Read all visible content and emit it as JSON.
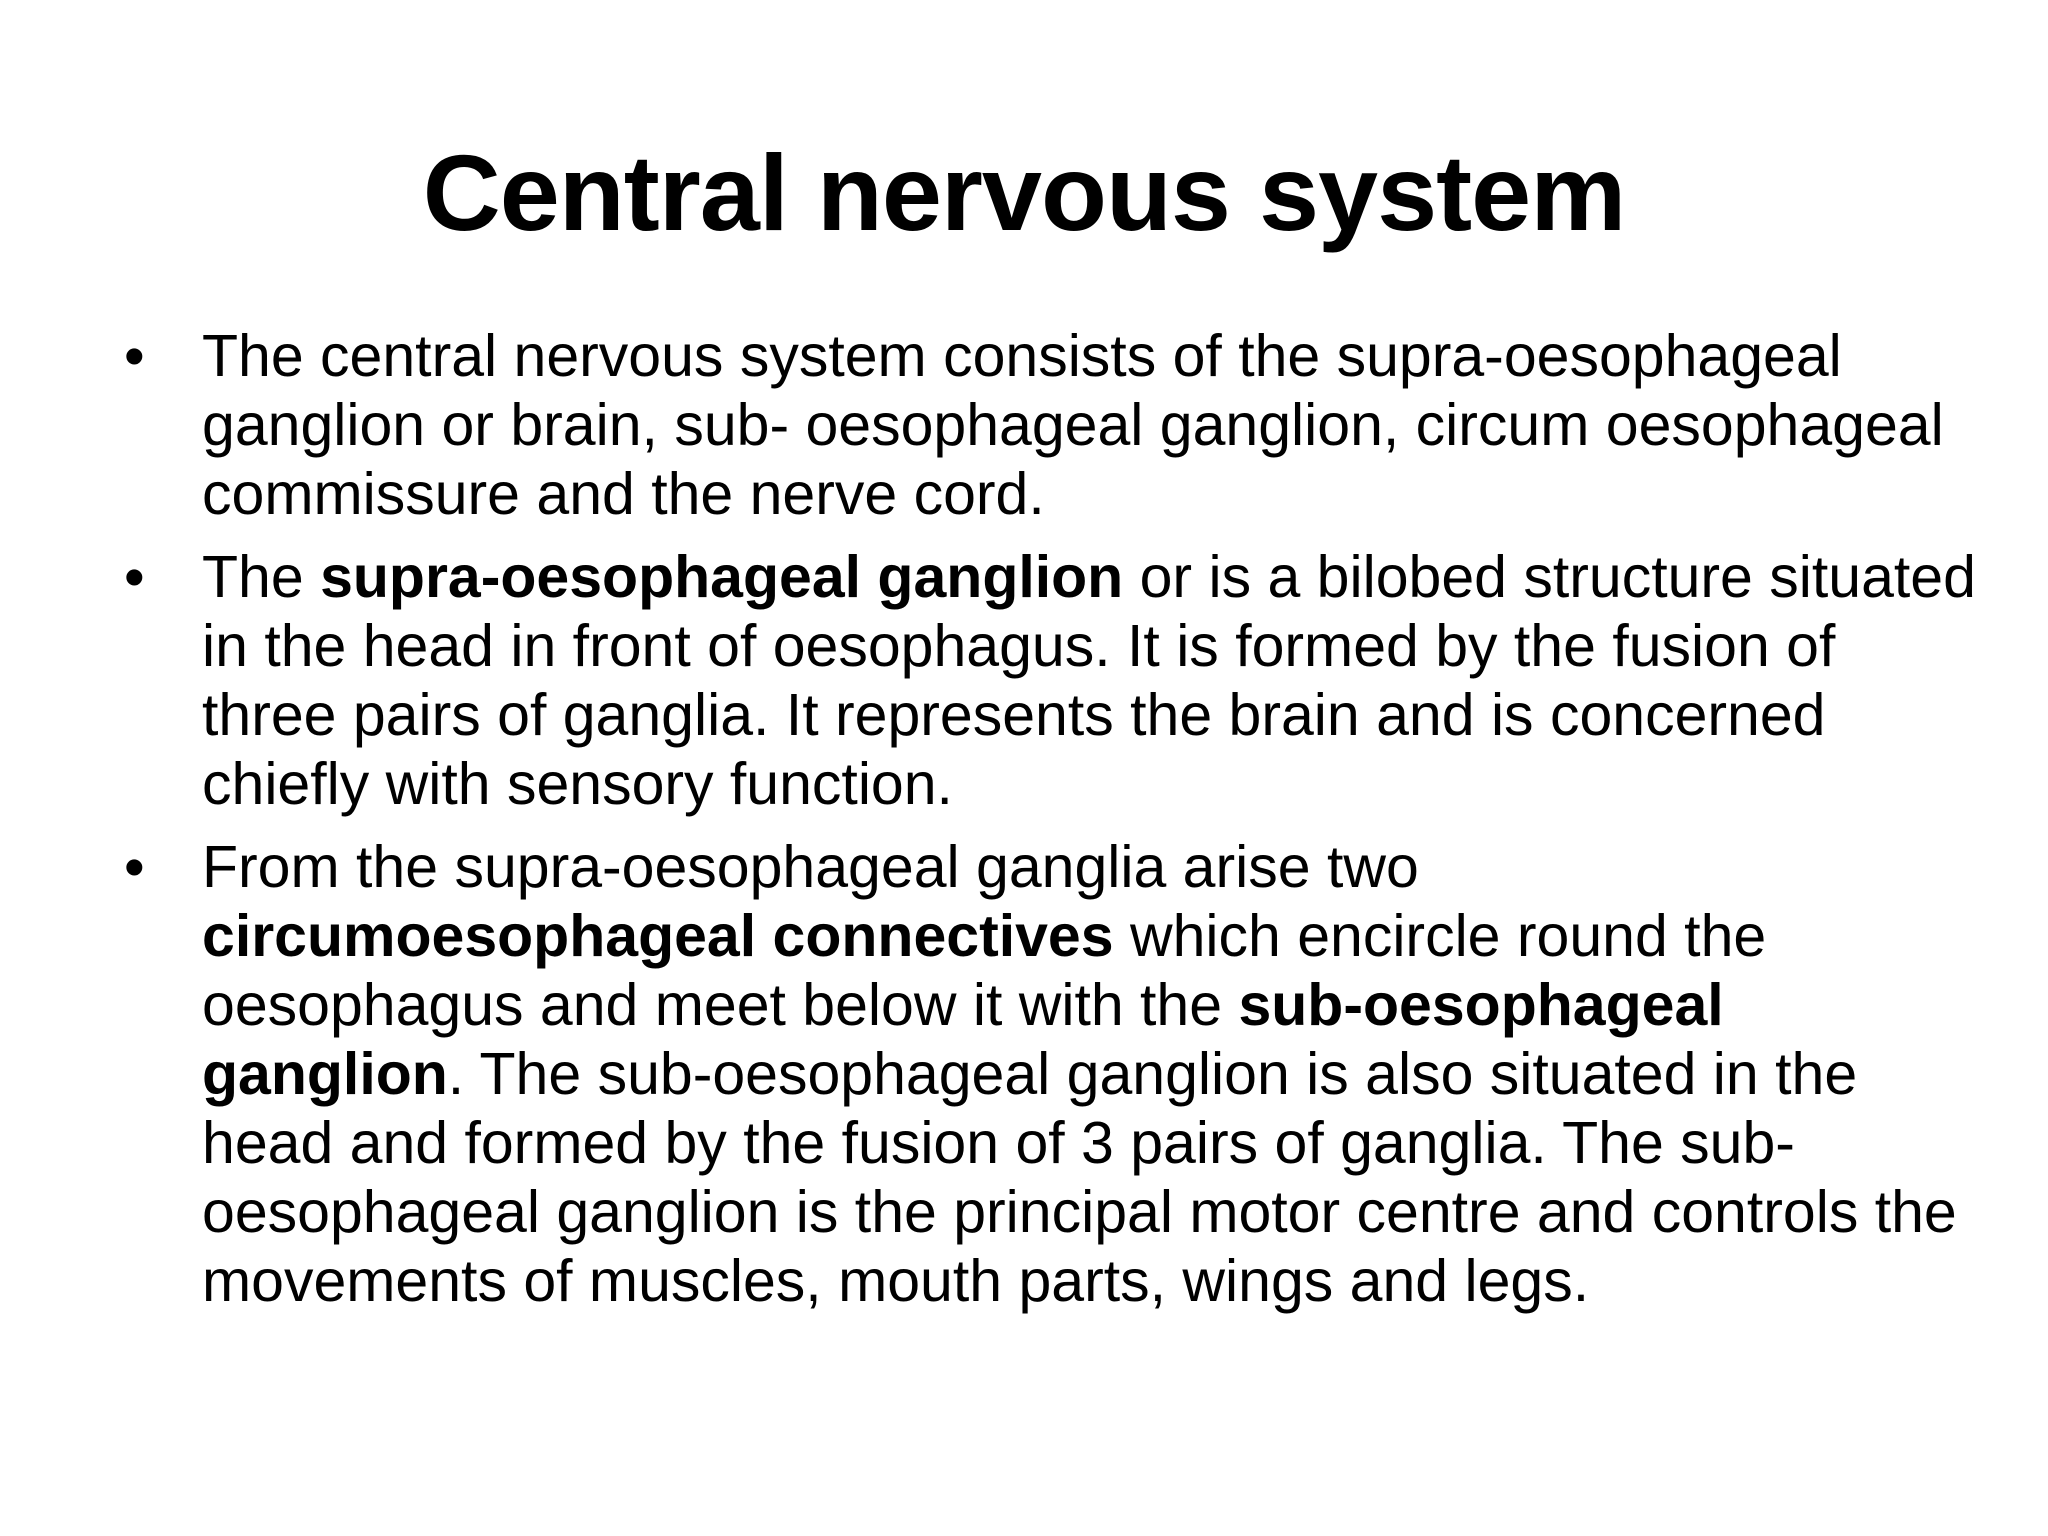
{
  "slide": {
    "title": "Central nervous system",
    "bullet_symbol": "•",
    "bullets": [
      {
        "parts": [
          "The central nervous system consists of the supra-oesophageal ganglion or brain, sub- oesophageal ganglion, circum oesophageal commissure and the nerve cord."
        ]
      },
      {
        "parts": [
          "The ",
          "supra-oesophageal ganglion",
          " or is a bilobed structure situated in the head in front of oesophagus. It is formed by the fusion of three pairs of ganglia. It represents the brain and is concerned chiefly with sensory function."
        ]
      },
      {
        "parts": [
          "From the supra-oesophageal ganglia arise two ",
          "circumoesophageal connectives",
          " which encircle round the oesophagus and meet below it with the ",
          "sub-oesophageal ganglion",
          ". The sub-oesophageal ganglion is also situated in the head and formed by the fusion of 3 pairs of ganglia. The sub-oesophageal ganglion is the principal motor centre and controls the movements of muscles, mouth parts, wings and legs."
        ]
      }
    ]
  }
}
